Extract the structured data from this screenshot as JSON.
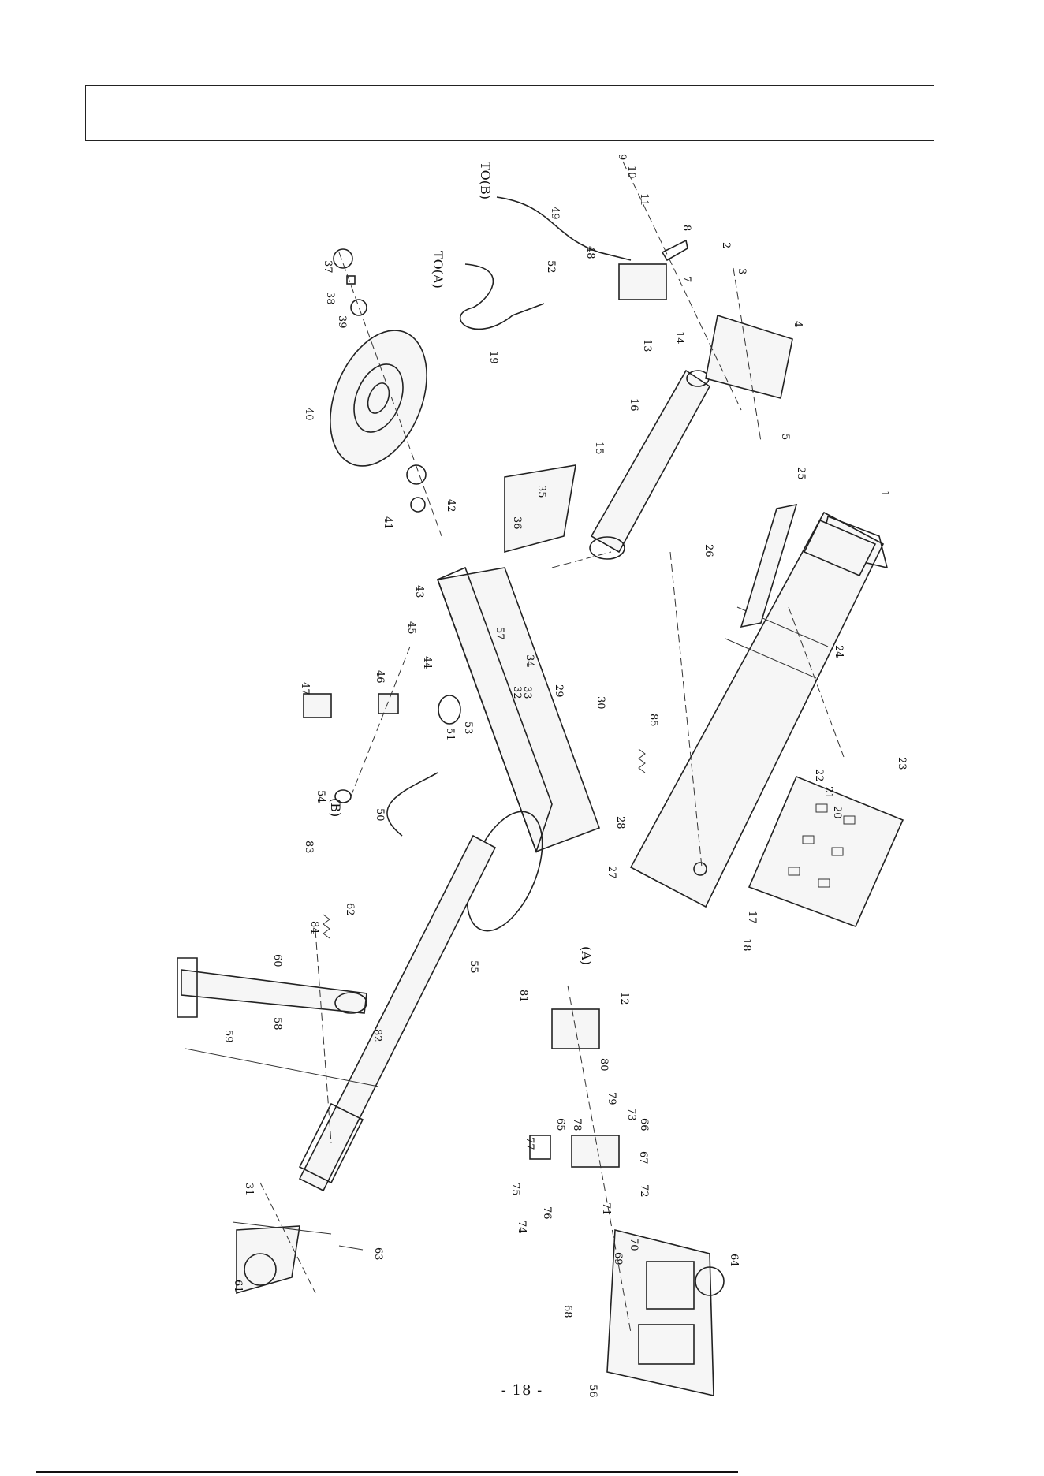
{
  "header": {
    "title": ""
  },
  "footer": {
    "page_number": "- 18 -"
  },
  "connectors": [
    "TO(B)",
    "TO(A)",
    "(A)",
    "(B)"
  ],
  "callouts": [
    "1",
    "2",
    "3",
    "4",
    "5",
    "7",
    "8",
    "9",
    "10",
    "11",
    "12",
    "13",
    "14",
    "15",
    "16",
    "17",
    "18",
    "19",
    "20",
    "21",
    "22",
    "23",
    "24",
    "25",
    "26",
    "27",
    "28",
    "29",
    "30",
    "31",
    "32",
    "33",
    "34",
    "35",
    "36",
    "37",
    "38",
    "39",
    "40",
    "41",
    "42",
    "43",
    "44",
    "45",
    "46",
    "47",
    "48",
    "49",
    "50",
    "51",
    "52",
    "53",
    "54",
    "55",
    "56",
    "57",
    "58",
    "59",
    "60",
    "61",
    "62",
    "63",
    "64",
    "65",
    "66",
    "67",
    "68",
    "69",
    "70",
    "71",
    "72",
    "73",
    "74",
    "75",
    "76",
    "77",
    "78",
    "79",
    "80",
    "81",
    "82",
    "83",
    "84",
    "85"
  ]
}
